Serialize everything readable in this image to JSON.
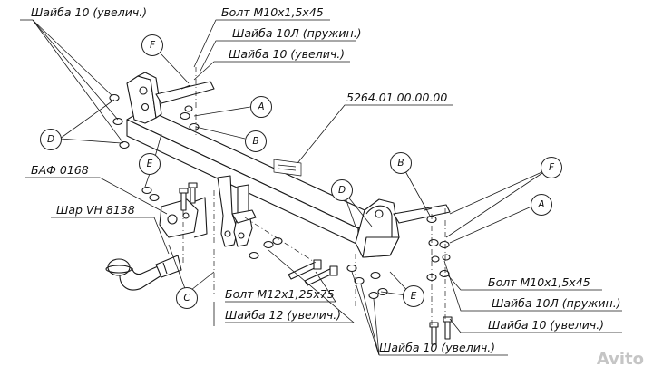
{
  "labels": {
    "washer10_top_left": "Шайба 10 (увелич.)",
    "bolt_top": "Болт М10х1,5х45",
    "spring_washer_top": "Шайба 10Л (пружин.)",
    "washer10_top": "Шайба 10 (увелич.)",
    "part_number": "5264.01.00.00.00",
    "baf": "БАФ 0168",
    "ball": "Шар VH 8138",
    "bolt_bottom_left": "Болт М12х1,25х75",
    "washer12": "Шайба 12 (увелич.)",
    "bolt_bottom_right": "Болт М10х1,5х45",
    "spring_washer_bottom": "Шайба 10Л (пружин.)",
    "washer10_bottom_right": "Шайба 10 (увелич.)",
    "washer10_bottom": "Шайба 10 (увелич.)"
  },
  "callouts": {
    "f_top": "F",
    "a_top": "A",
    "b_top": "B",
    "d_left": "D",
    "e_left": "E",
    "c": "C",
    "d_right": "D",
    "e_right": "E",
    "b_right": "B",
    "f_right": "F",
    "a_right": "A"
  },
  "watermark": "Avito"
}
